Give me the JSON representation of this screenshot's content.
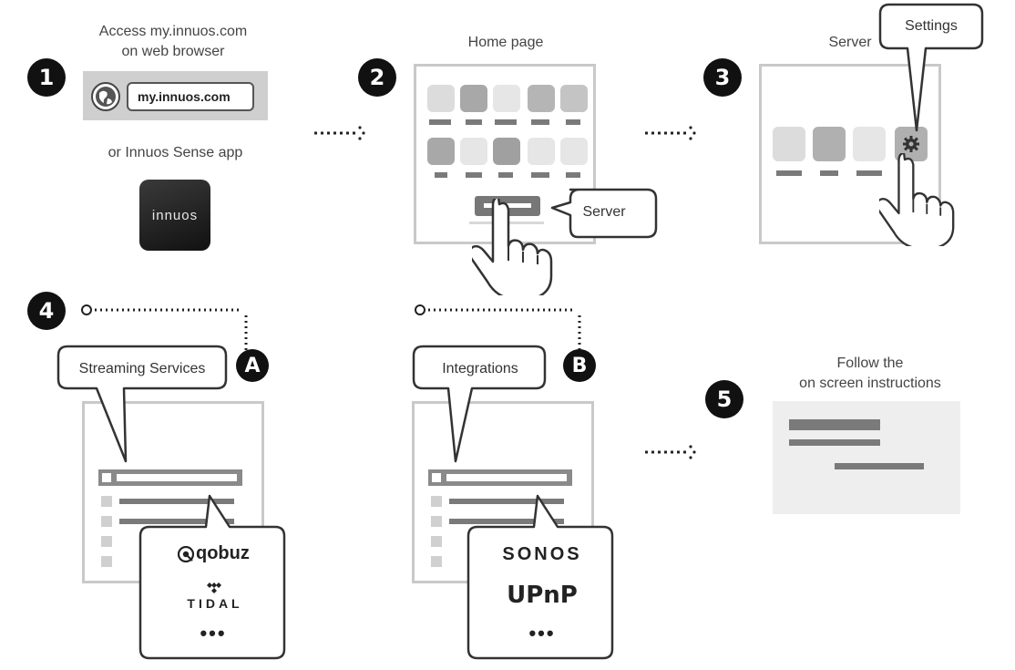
{
  "step1": {
    "number": "1",
    "caption_line1": "Access my.innuos.com",
    "caption_line2": "on web browser",
    "url": "my.innuos.com",
    "globe_icon": "globe-icon",
    "or_caption": "or Innuos Sense app",
    "app_name": "innuos"
  },
  "step2": {
    "number": "2",
    "caption": "Home page",
    "callout": "Server"
  },
  "step3": {
    "number": "3",
    "caption": "Server",
    "callout": "Settings",
    "gear_icon": "gear-icon"
  },
  "step4": {
    "number": "4",
    "letter": "A",
    "callout": "Streaming Services",
    "services": [
      "qobuz",
      "TIDAL"
    ],
    "more": "•••"
  },
  "step4b": {
    "letter": "B",
    "callout": "Integrations",
    "integrations": [
      "SONOS",
      "UPnP"
    ],
    "more": "•••"
  },
  "step5": {
    "number": "5",
    "caption_line1": "Follow the",
    "caption_line2": "on screen instructions"
  },
  "colors": {
    "step_badge": "#111111",
    "screen_border": "#c9c9c9",
    "bar": "#7a7a7a",
    "tile_light": "#dcdcdc",
    "tile_dark": "#a8a8a8"
  }
}
